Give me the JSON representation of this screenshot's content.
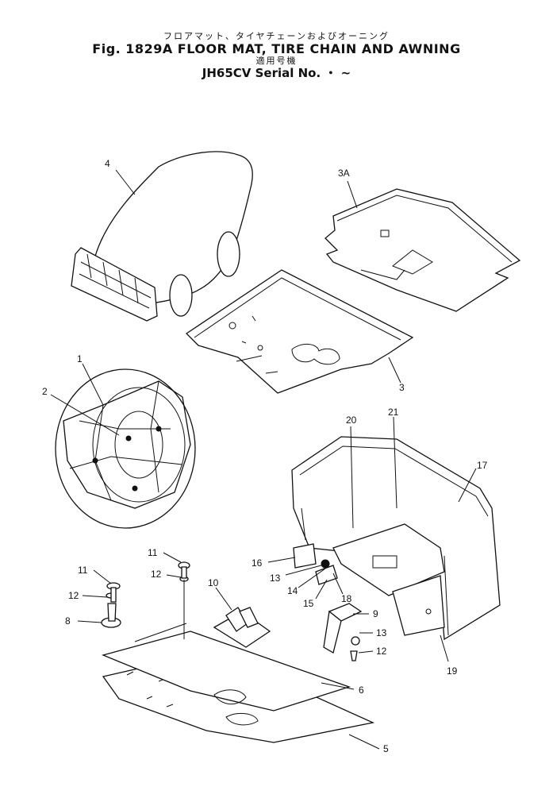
{
  "header": {
    "title_japanese": "フロアマット、タイヤチェーンおよびオーニング",
    "title": "Fig. 1829A FLOOR MAT, TIRE CHAIN AND AWNING",
    "applicability_japanese": "適用号機",
    "serial": "JH65CV Serial No. ・ ~"
  },
  "parts": [
    {
      "name": "part-1",
      "label": "1"
    },
    {
      "name": "part-2",
      "label": "2"
    },
    {
      "name": "part-3",
      "label": "3"
    },
    {
      "name": "part-3a",
      "label": "3A"
    },
    {
      "name": "part-4",
      "label": "4"
    },
    {
      "name": "part-5",
      "label": "5"
    },
    {
      "name": "part-6",
      "label": "6"
    },
    {
      "name": "part-8",
      "label": "8"
    },
    {
      "name": "part-9",
      "label": "9"
    },
    {
      "name": "part-10",
      "label": "10"
    },
    {
      "name": "part-11",
      "label": "11"
    },
    {
      "name": "part-12",
      "label": "12"
    },
    {
      "name": "part-13",
      "label": "13"
    },
    {
      "name": "part-14",
      "label": "14"
    },
    {
      "name": "part-15",
      "label": "15"
    },
    {
      "name": "part-16",
      "label": "16"
    },
    {
      "name": "part-17",
      "label": "17"
    },
    {
      "name": "part-18",
      "label": "18"
    },
    {
      "name": "part-19",
      "label": "19"
    },
    {
      "name": "part-20",
      "label": "20"
    },
    {
      "name": "part-21",
      "label": "21"
    }
  ]
}
